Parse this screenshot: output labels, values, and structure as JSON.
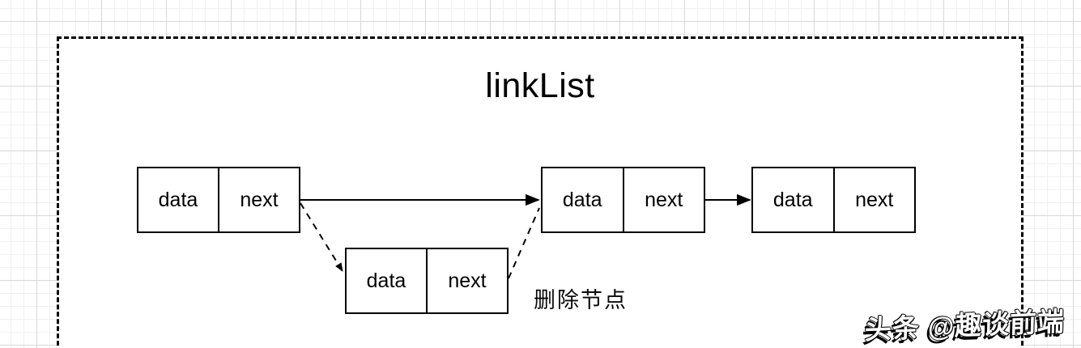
{
  "title": "linkList",
  "nodes": [
    {
      "cells": [
        "data",
        "next"
      ]
    },
    {
      "cells": [
        "data",
        "next"
      ]
    },
    {
      "cells": [
        "data",
        "next"
      ]
    },
    {
      "cells": [
        "data",
        "next"
      ]
    }
  ],
  "annotation": {
    "delete_label": "删除节点"
  },
  "watermark": {
    "text": "头条 @趣谈前端"
  },
  "colors": {
    "stroke": "#000000",
    "grid_major": "#d8d8d8",
    "grid_minor": "#f0f0f0",
    "background": "#ffffff",
    "watermark_fill": "#ffffff",
    "watermark_outline": "#000000"
  }
}
